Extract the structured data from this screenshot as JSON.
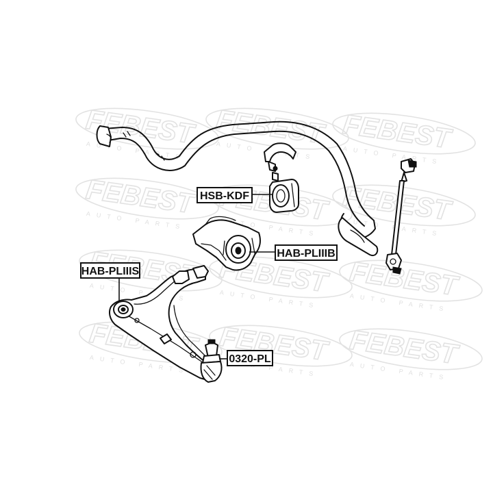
{
  "watermark": {
    "brand": "FEBEST",
    "tagline": "AUTO PARTS"
  },
  "callouts": {
    "stabilizer_bushing": "HSB-KDF",
    "arm_bushing_rear": "HAB-PLIIIB",
    "arm_bushing_front": "HAB-PLIIIS",
    "ball_joint": "0320-PL"
  },
  "colors": {
    "line": "#111111",
    "watermark": "#e2e2e2",
    "background": "#ffffff"
  }
}
